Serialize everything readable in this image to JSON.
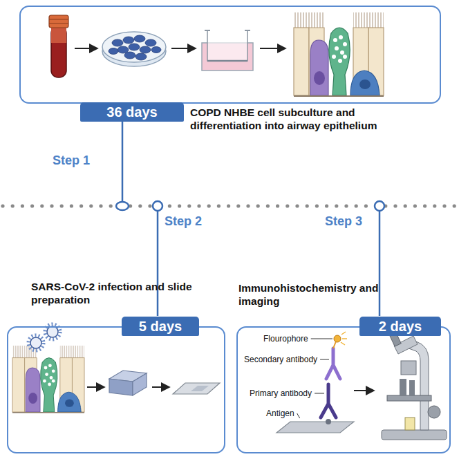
{
  "diagram": {
    "nodes": [
      {
        "text": [
          "COPD NHBE cell subculture and differentiation into airway epithelium"
        ]
      },
      {
        "text": [
          "36 days"
        ],
        "in": 0
      },
      {
        "text": [
          "SARS-CoV-2 infection and slide preparation"
        ]
      },
      {
        "text": [
          "5 days"
        ],
        "in": 2
      },
      {
        "text": [
          "Immunohistochemistry and imaging"
        ]
      },
      {
        "text": [
          "2 days"
        ],
        "in": 4
      }
    ],
    "labels": [
      "Step 1",
      "Step 2",
      "Step 3",
      "Flourophore",
      "Secondary antibody",
      "Primary antibody",
      "Antigen"
    ]
  }
}
